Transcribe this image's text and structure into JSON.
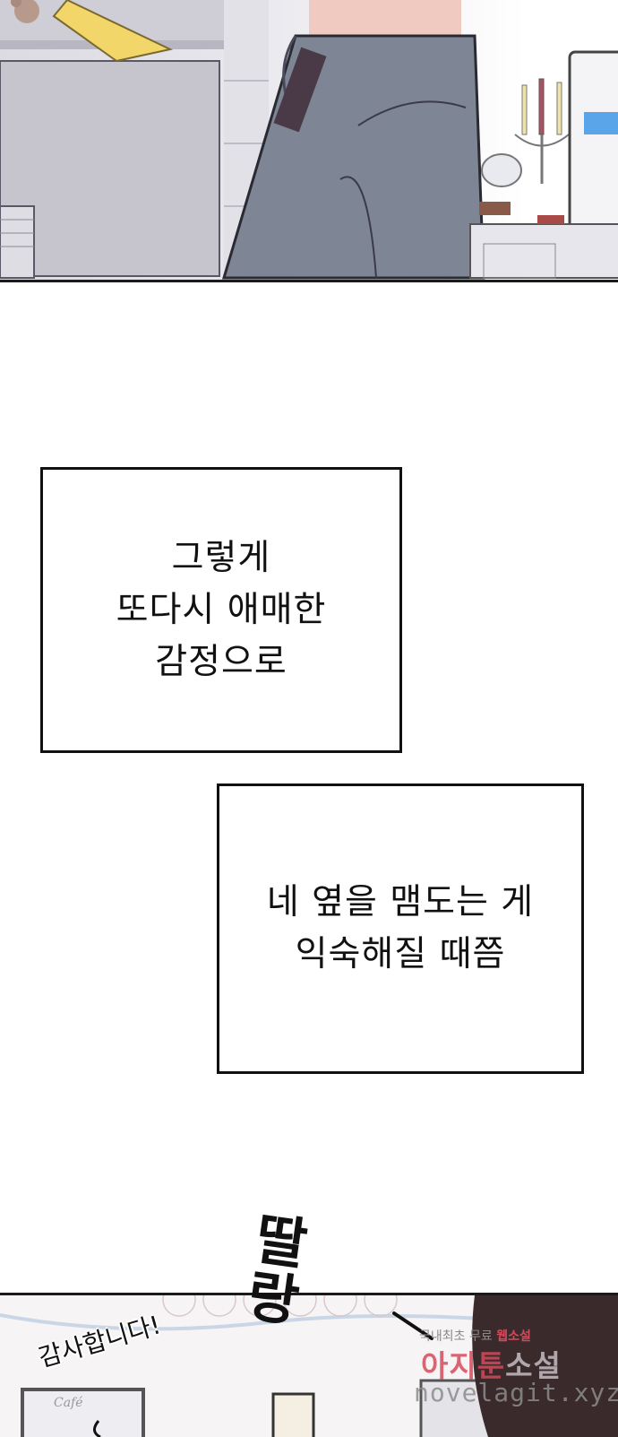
{
  "captions": [
    {
      "lines": [
        "그렇게",
        "또다시 애매한",
        "감정으로"
      ]
    },
    {
      "lines": [
        "네 옆을 맴도는 게",
        "익숙해질 때쯤"
      ]
    }
  ],
  "sfx": {
    "bell": "딸랑",
    "thanks": "감사합니다!"
  },
  "watermark": {
    "tagline_prefix": "국내최초 무료",
    "tagline_accent": "웹소설",
    "brand_a": "아지툰",
    "brand_b": "소설",
    "url": "novelagit.xyz"
  },
  "scene_text": {
    "cafe_sign": "Café"
  },
  "colors": {
    "border": "#111111",
    "watermark_red": "#d44a5a",
    "watermark_gray": "#8a8a8a"
  }
}
